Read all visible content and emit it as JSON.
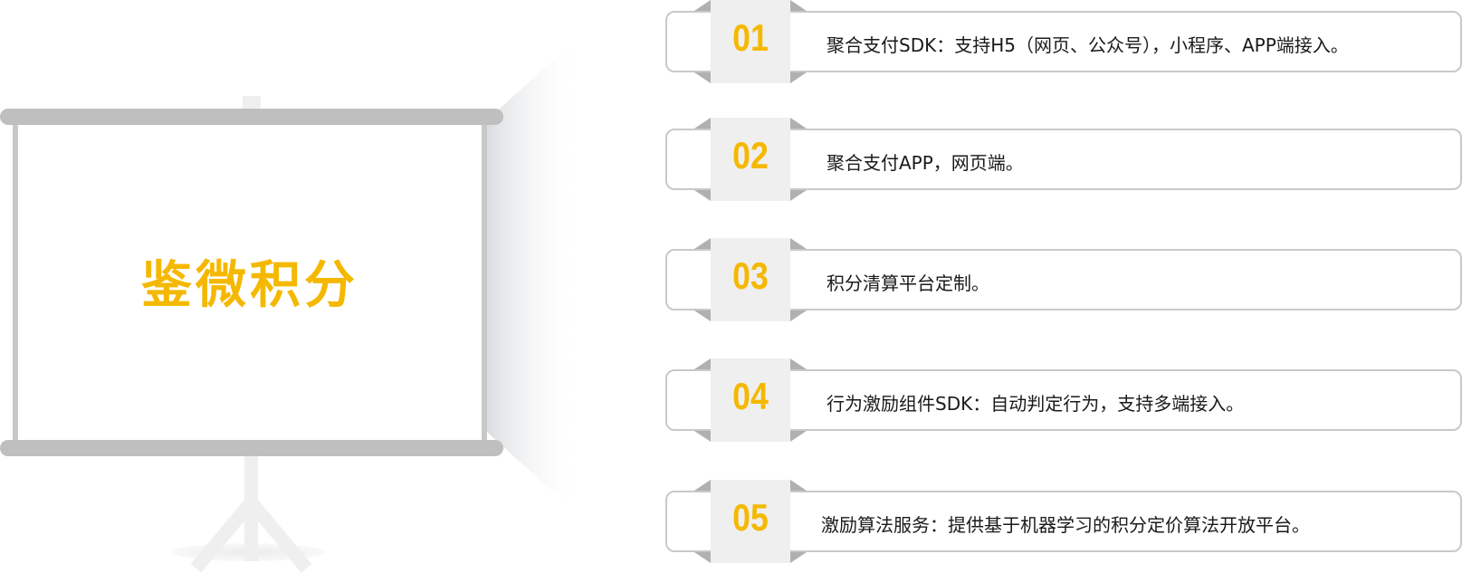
{
  "screen": {
    "title": "鉴微积分"
  },
  "steps": [
    {
      "number": "01",
      "text": "聚合支付SDK：支持H5（网页、公众号），小程序、APP端接入。"
    },
    {
      "number": "02",
      "text": "聚合支付APP，网页端。"
    },
    {
      "number": "03",
      "text": "积分清算平台定制。"
    },
    {
      "number": "04",
      "text": "行为激励组件SDK：自动判定行为，支持多端接入。"
    },
    {
      "number": "05",
      "text": "激励算法服务：提供基于机器学习的积分定价算法开放平台。"
    }
  ],
  "colors": {
    "accent": "#f5b800",
    "frame": "#bfbfbf",
    "border": "#c9c9c9"
  }
}
